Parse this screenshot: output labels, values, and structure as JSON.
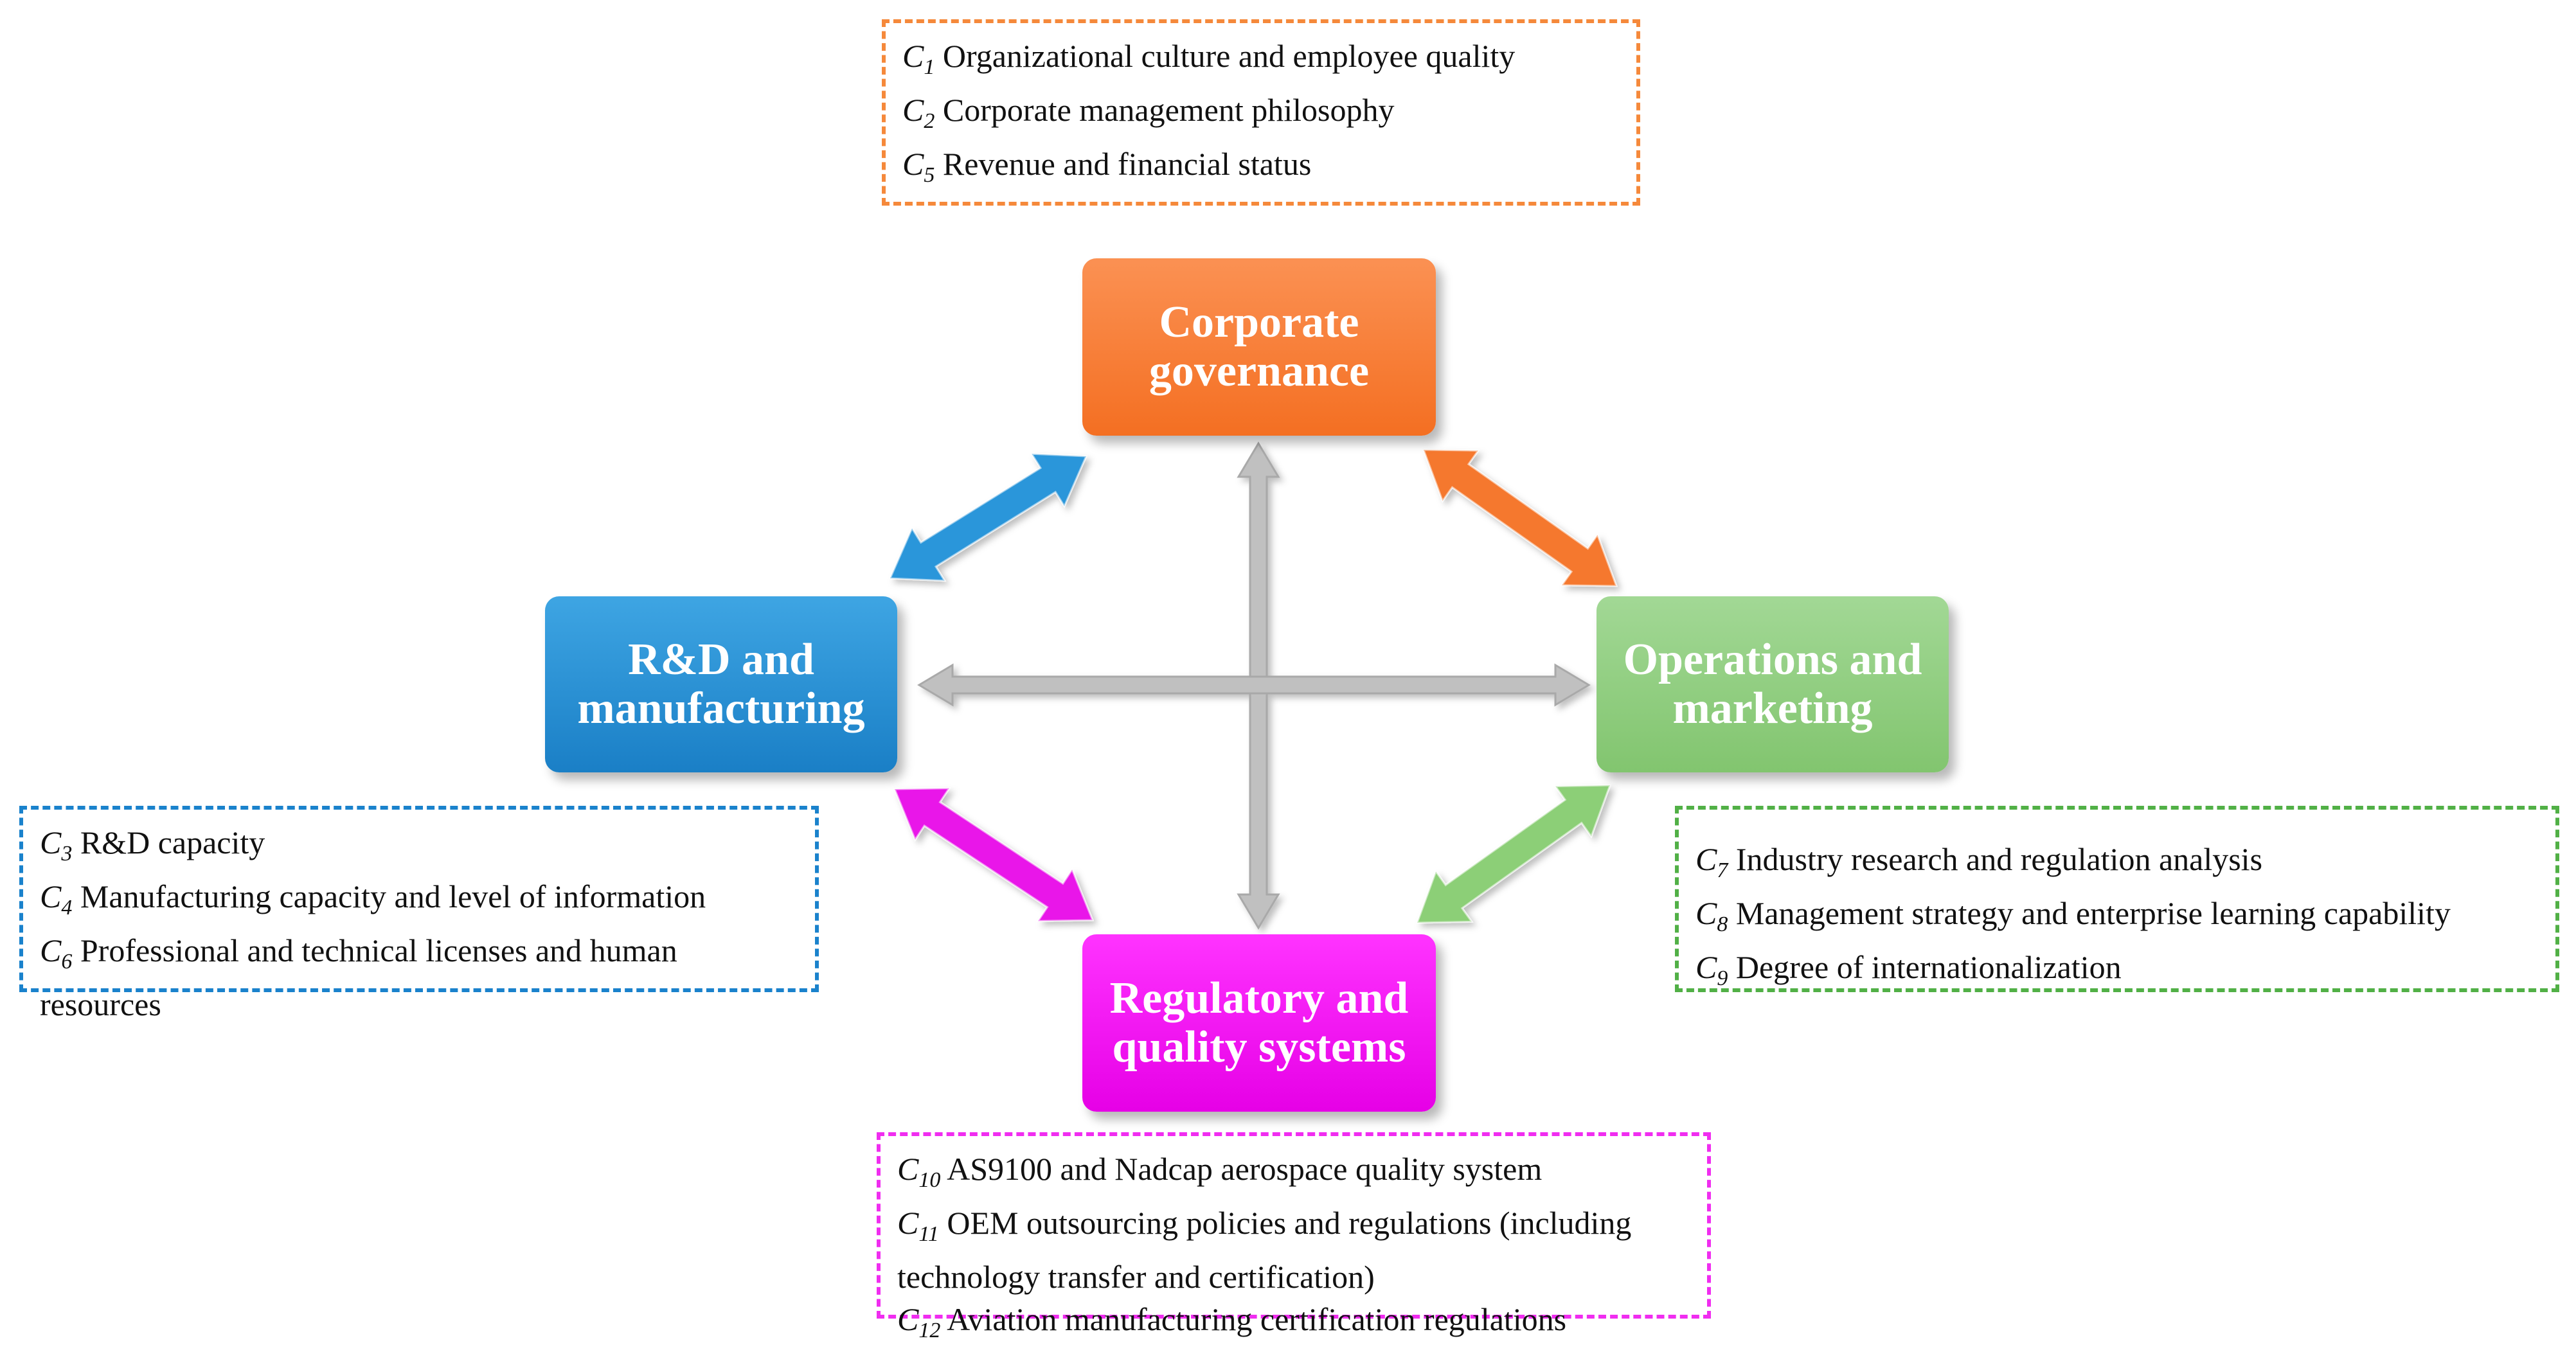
{
  "nodes": {
    "governance": {
      "line1": "Corporate",
      "line2": "governance",
      "color": "#f5782d"
    },
    "rd": {
      "line1": "R&D and",
      "line2": "manufacturing",
      "color": "#2a92d6"
    },
    "ops": {
      "line1": "Operations and",
      "line2": "marketing",
      "color": "#92cf80"
    },
    "reg": {
      "line1": "Regulatory and",
      "line2": "quality systems",
      "color": "#f20ff2"
    }
  },
  "criteria": {
    "governance": [
      {
        "base": "C",
        "sub": "1",
        "text": "Organizational culture and employee quality"
      },
      {
        "base": "C",
        "sub": "2",
        "text": "Corporate management philosophy"
      },
      {
        "base": "C",
        "sub": "5",
        "text": "Revenue and financial status"
      }
    ],
    "rd": [
      {
        "base": "C",
        "sub": "3",
        "text": "R&D capacity"
      },
      {
        "base": "C",
        "sub": "4",
        "text": "Manufacturing capacity and level of information"
      },
      {
        "base": "C",
        "sub": "6",
        "text": "Professional and technical licenses and human resources"
      }
    ],
    "ops": [
      {
        "base": "C",
        "sub": "7",
        "text": "Industry research and regulation analysis"
      },
      {
        "base": "C",
        "sub": "8",
        "text": "Management strategy and enterprise learning capability"
      },
      {
        "base": "C",
        "sub": "9",
        "text": "Degree of internationalization"
      }
    ],
    "reg": [
      {
        "base": "C",
        "sub": "10",
        "text": "AS9100 and Nadcap aerospace quality system"
      },
      {
        "base": "C",
        "sub": "11",
        "text": "OEM outsourcing policies and regulations (including technology transfer and certification)"
      },
      {
        "base": "C",
        "sub": "12",
        "text": "Aviation manufacturing certification regulations"
      }
    ]
  },
  "arrow_colors": {
    "governance_rd": "#2a96da",
    "governance_ops": "#f5782d",
    "rd_reg": "#e916e9",
    "ops_reg": "#8ccf77",
    "cross": "#c0c0c0"
  }
}
